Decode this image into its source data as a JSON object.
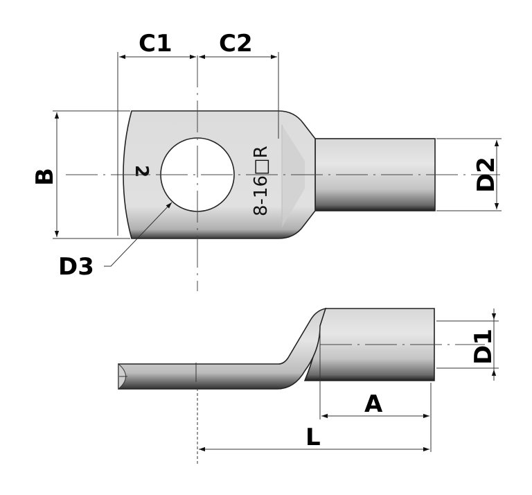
{
  "diagram": {
    "subject": "Copper cable lug (tube terminal) technical drawing",
    "views": [
      "top-view",
      "side-view"
    ],
    "colors": {
      "background": "#ffffff",
      "metal_light": "#e2e2e2",
      "metal_mid": "#c8c8c8",
      "metal_dark": "#2a2a2a",
      "lines": "#333333",
      "labels": "#000000"
    },
    "top_view": {
      "engraving": {
        "size_mark": "8-16□R",
        "side_mark": "2"
      }
    },
    "dimensions": {
      "C1": "C1",
      "C2": "C2",
      "B": "B",
      "D2": "D2",
      "D3": "D3",
      "D1": "D1",
      "A": "A",
      "L": "L"
    }
  }
}
